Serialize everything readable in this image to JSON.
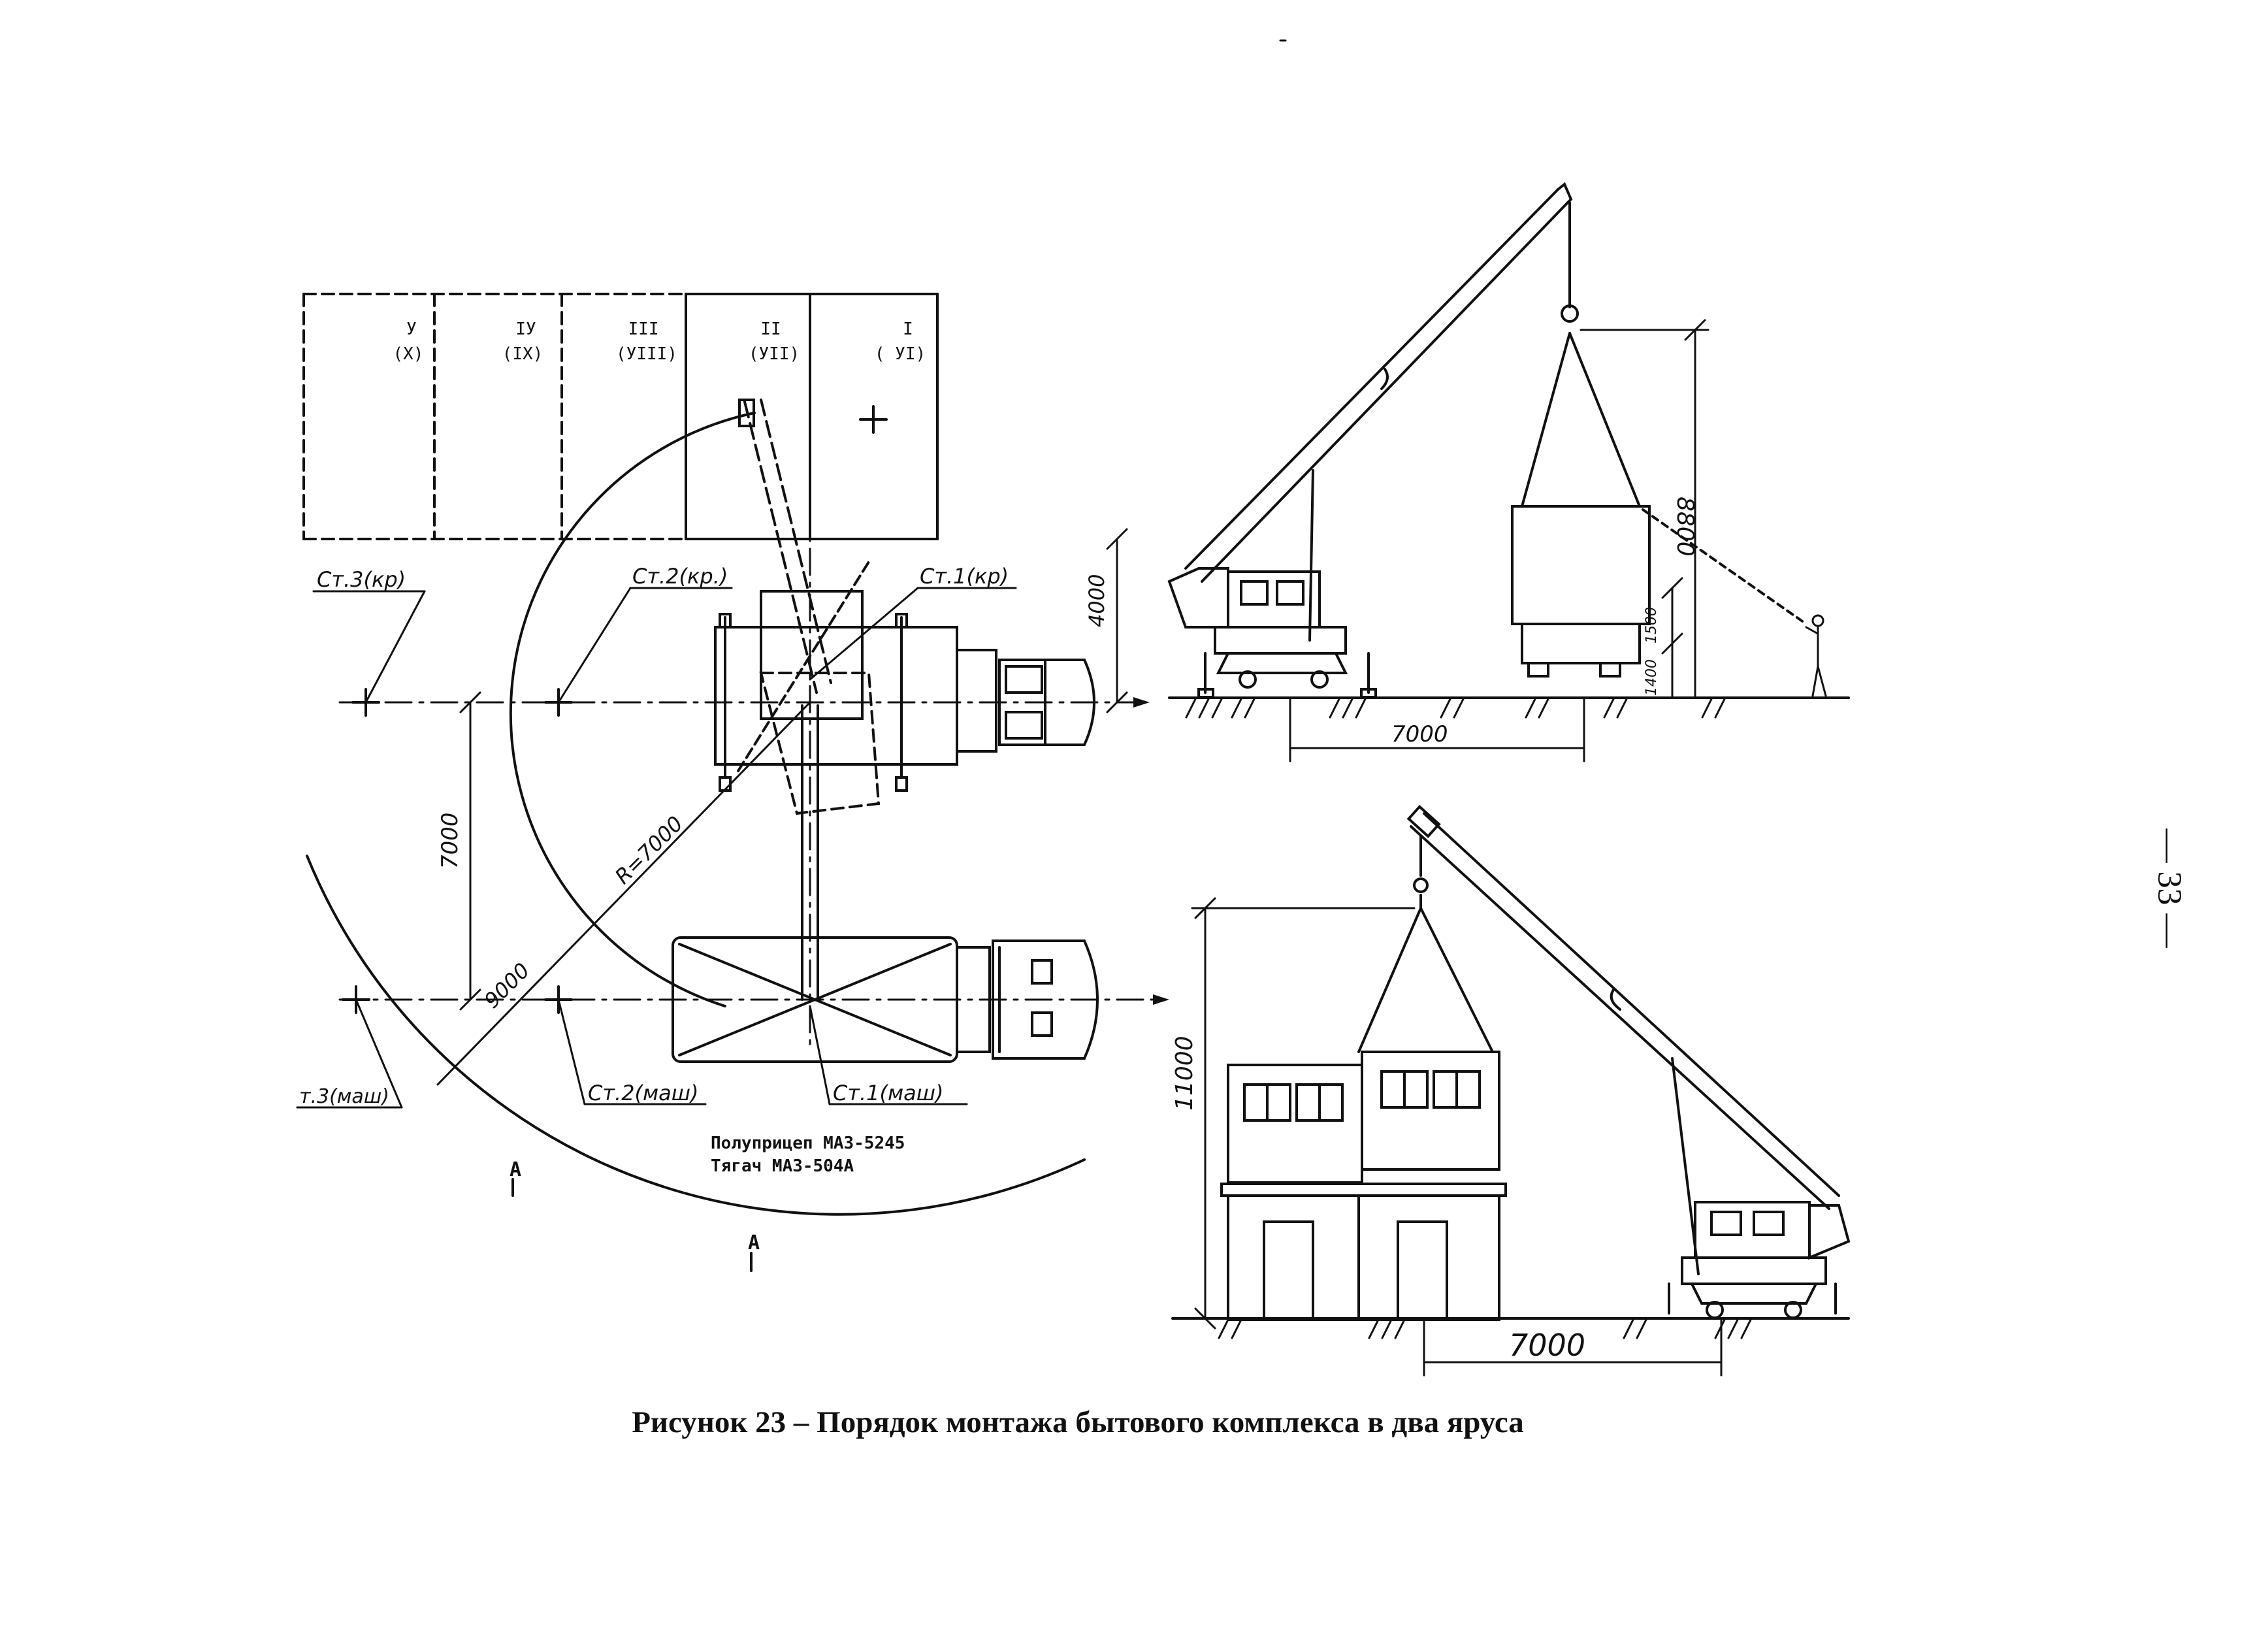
{
  "figure": {
    "caption": "Рисунок 23 – Порядок монтажа бытового комплекса в два яруса",
    "page_number": "— 33 —"
  },
  "plan": {
    "bays": [
      {
        "roman": "У",
        "alt": "(Х)"
      },
      {
        "roman": "IУ",
        "alt": "(IХ)"
      },
      {
        "roman": "III",
        "alt": "(УIII)"
      },
      {
        "roman": "II",
        "alt": "(УII)"
      },
      {
        "roman": "I",
        "alt": "( УI)"
      }
    ],
    "stations": {
      "st3_crane": "Ст.3(кр)",
      "st2_crane": "Ст.2(кр.)",
      "st1_crane": "Ст.1(кр)",
      "st3_truck": "т.3(маш)",
      "st2_truck": "Ст.2(маш)",
      "st1_truck": "Ст.1(маш)"
    },
    "dimensions": {
      "vertical_offset": "7000",
      "top_offset": "4000",
      "radius": "R=7000",
      "radius_outer": "9000"
    },
    "section_marks": [
      "А",
      "А"
    ],
    "vehicle_note": {
      "line1": "Полуприцеп МАЗ-5245",
      "line2": "Тягач МАЗ-504А"
    }
  },
  "elevation_top": {
    "dimensions": {
      "reach": "7000",
      "lift_height": "8800",
      "height_small_1": "1400",
      "height_small_2": "1500"
    }
  },
  "elevation_bottom": {
    "dimensions": {
      "reach": "7000",
      "building_height": "11000"
    }
  }
}
